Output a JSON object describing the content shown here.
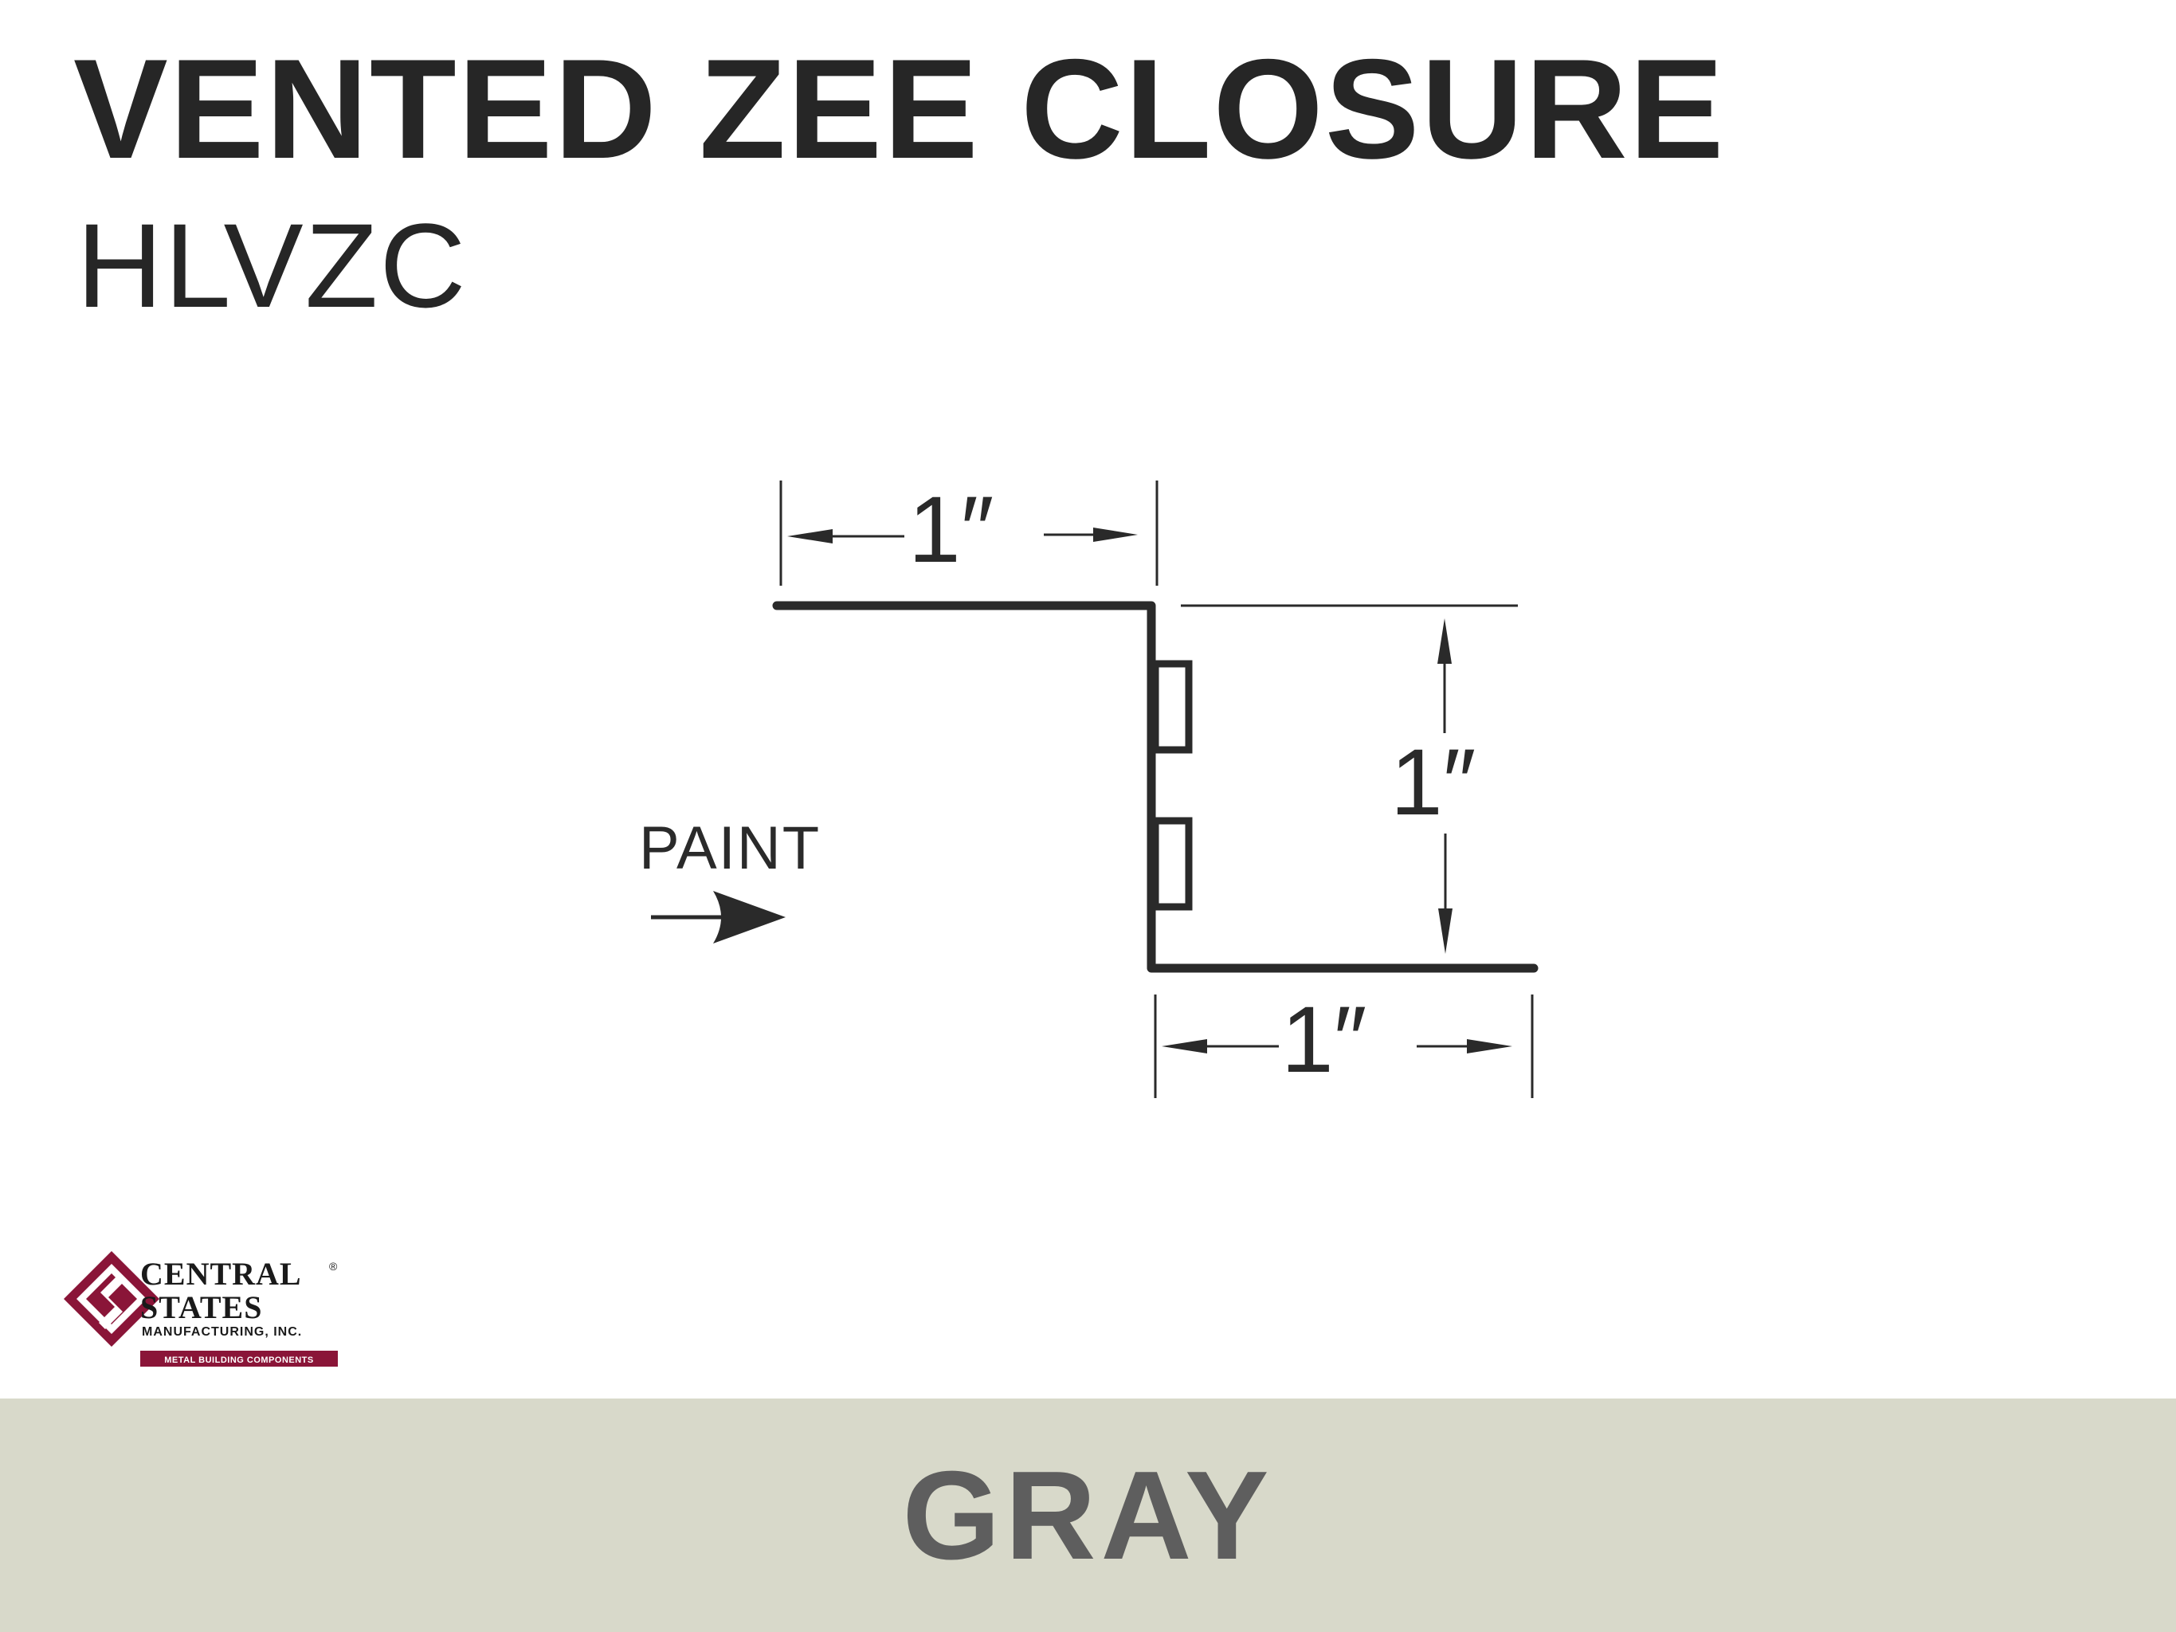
{
  "header": {
    "title": "VENTED ZEE CLOSURE",
    "part_number": "HLVZC"
  },
  "diagram": {
    "dimension_top": "1″",
    "dimension_right": "1″",
    "dimension_bottom": "1″",
    "paint_label": "PAINT"
  },
  "logo": {
    "line1": "CENTRAL",
    "line2": "STATES",
    "line3": "MANUFACTURING, INC.",
    "tagline": "METAL BUILDING COMPONENTS",
    "registered_mark": "®",
    "brand_color": "#8a1538"
  },
  "footer": {
    "color_name": "GRAY",
    "background_color": "#d8d9ca"
  }
}
